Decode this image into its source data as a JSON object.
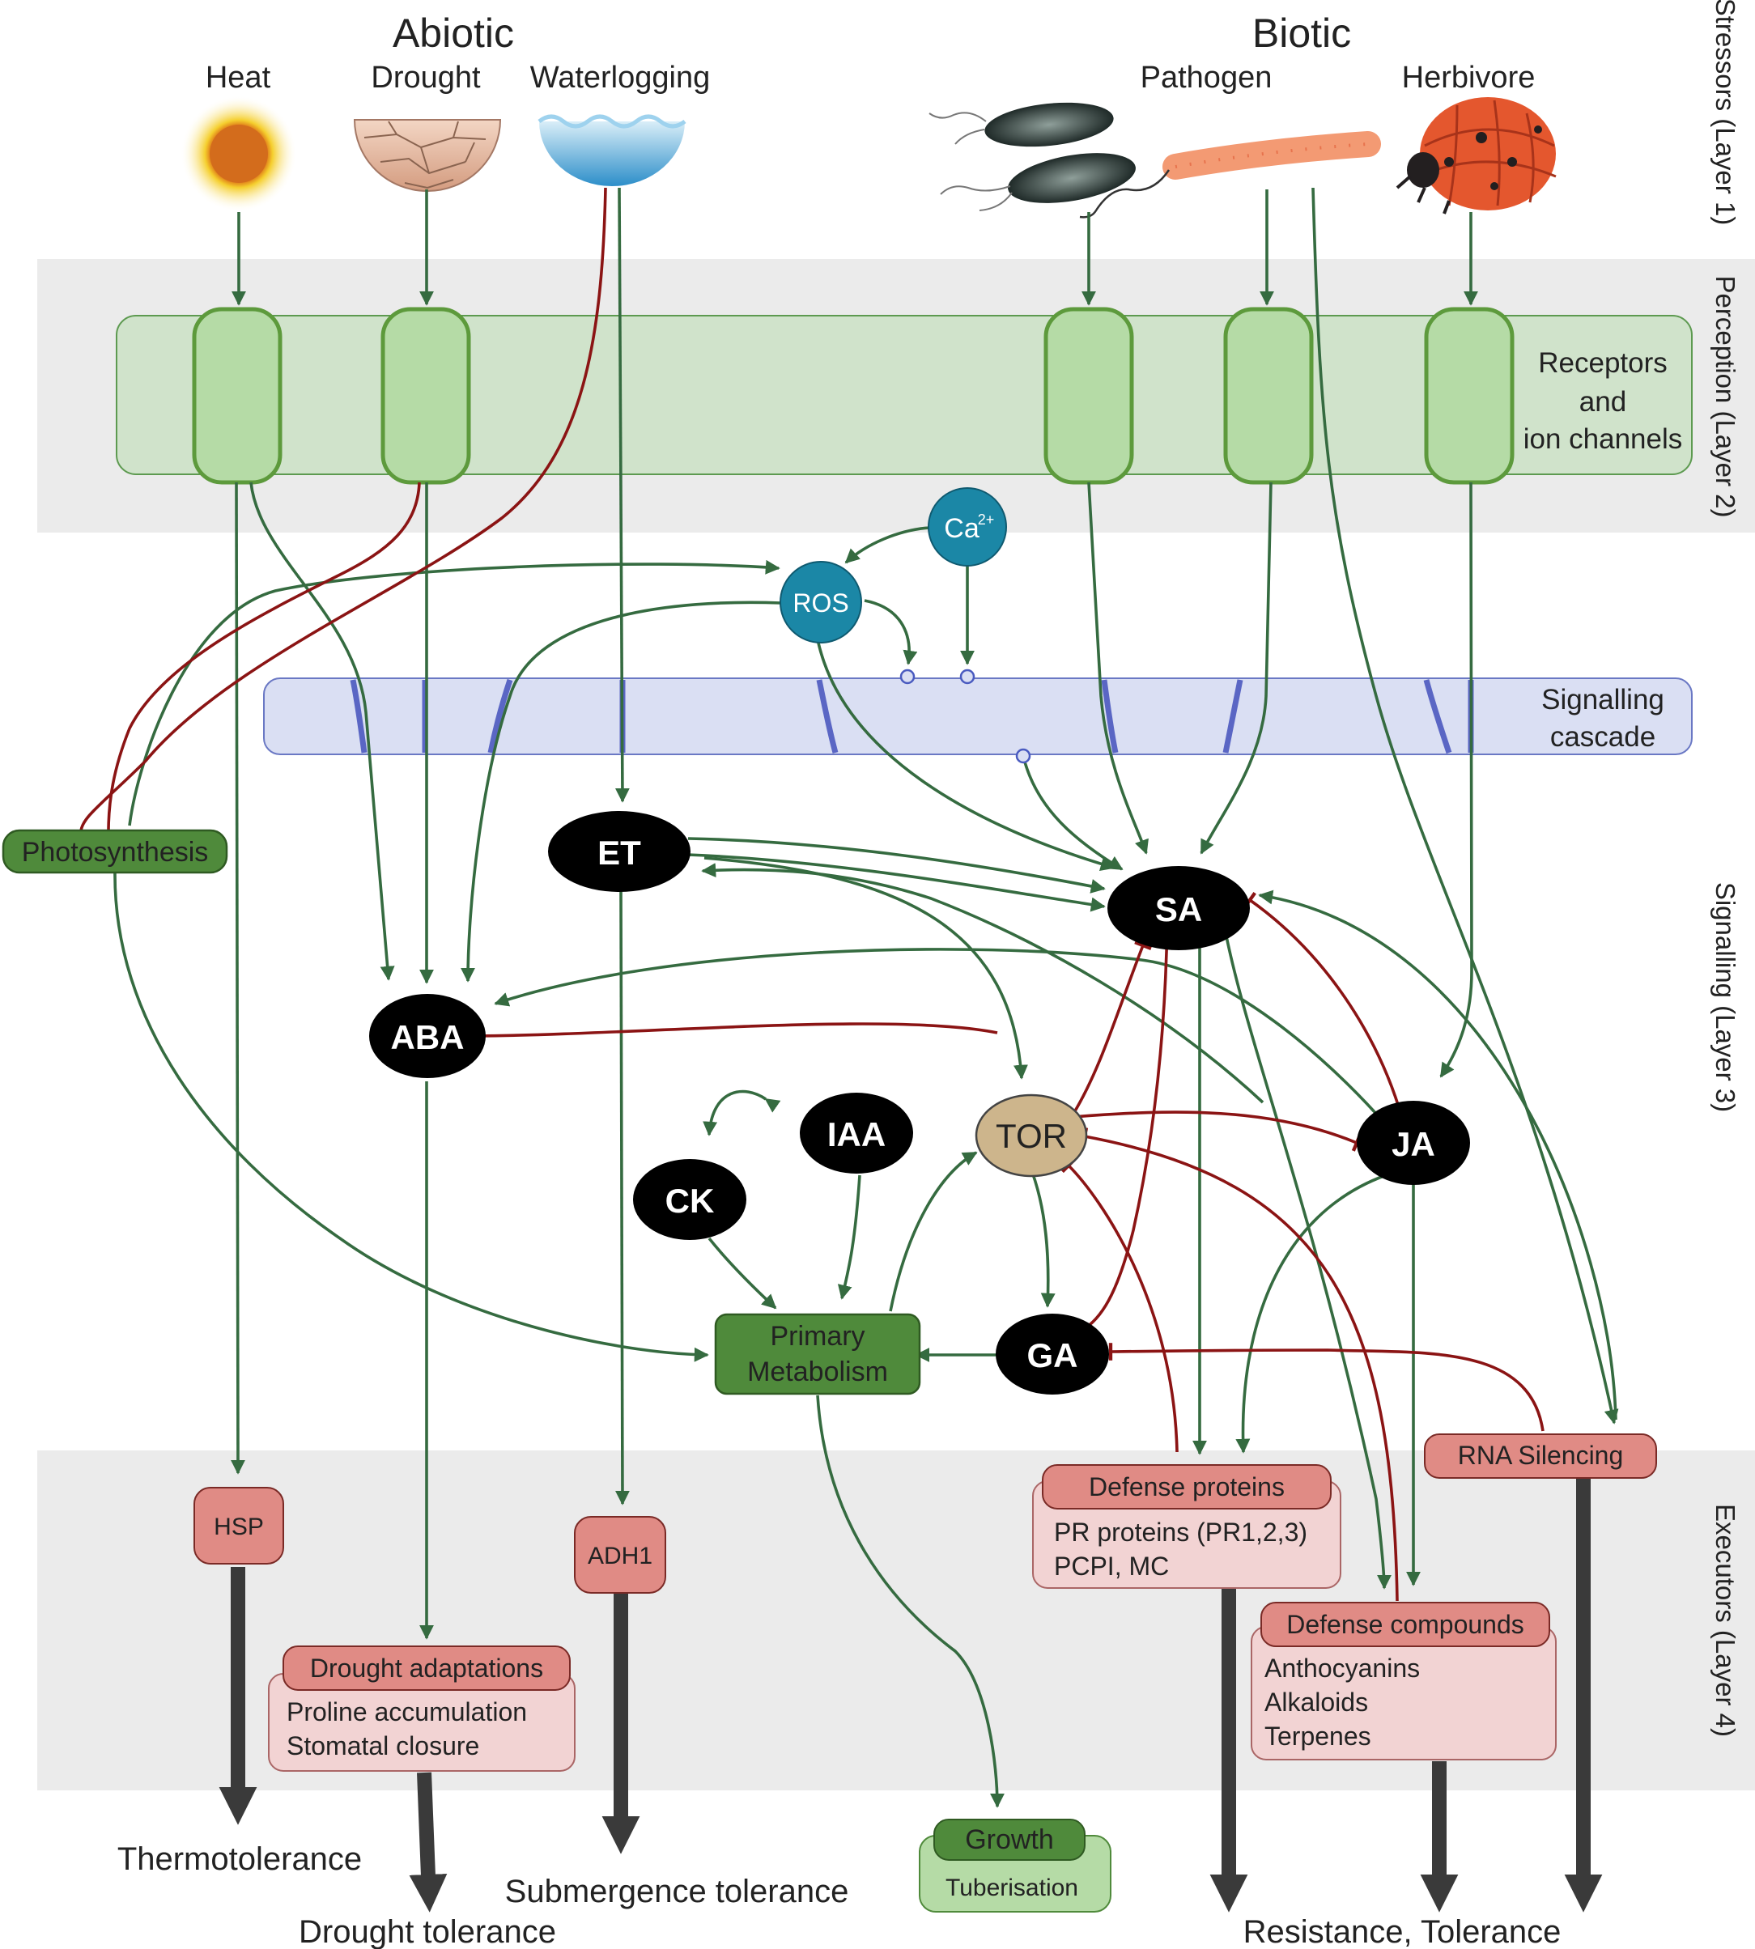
{
  "stressors": {
    "abiotic_title": "Abiotic",
    "biotic_title": "Biotic",
    "heat": "Heat",
    "drought": "Drought",
    "waterlogging": "Waterlogging",
    "pathogen": "Pathogen",
    "herbivore": "Herbivore"
  },
  "layers": {
    "layer1": "Stressors (Layer 1)",
    "layer2": "Perception (Layer 2)",
    "layer3": "Signalling (Layer 3)",
    "layer4": "Executors (Layer 4)"
  },
  "perception": {
    "receptors_line1": "Receptors",
    "receptors_line2": "and",
    "receptors_line3": "ion channels"
  },
  "signalling": {
    "cascade_line1": "Signalling",
    "cascade_line2": "cascade",
    "ca": "Ca",
    "ca_sup": "2+",
    "ros": "ROS",
    "photosynthesis": "Photosynthesis",
    "et": "ET",
    "sa": "SA",
    "aba": "ABA",
    "tor": "TOR",
    "ja": "JA",
    "iaa": "IAA",
    "ck": "CK",
    "ga": "GA",
    "primary_line1": "Primary",
    "primary_line2": "Metabolism"
  },
  "executors": {
    "hsp": "HSP",
    "adh1": "ADH1",
    "rna_silencing": "RNA Silencing",
    "defense_proteins": "Defense proteins",
    "defense_proteins_items": [
      "PR proteins (PR1,2,3)",
      "PCPI, MC"
    ],
    "drought_adaptations": "Drought adaptations",
    "drought_items": [
      "Proline accumulation",
      "Stomatal closure"
    ],
    "defense_compounds": "Defense compounds",
    "compound_items": [
      "Anthocyanins",
      "Alkaloids",
      "Terpenes"
    ],
    "growth": "Growth",
    "tuberisation": "Tuberisation"
  },
  "outcomes": {
    "thermotolerance": "Thermotolerance",
    "drought_tolerance": "Drought tolerance",
    "submergence": "Submergence tolerance",
    "resistance": "Resistance, Tolerance"
  },
  "colors": {
    "activation": "#356b40",
    "inhibition": "#8b1414",
    "receptor_fill": "#b5dba6",
    "cascade_fill": "#dadff3",
    "layer_band": "#ebebeb",
    "node_black": "#000000",
    "tor_fill": "#cdb58c",
    "signal_blue": "#1b87a6",
    "executor_red": "#e08b85",
    "executor_pale": "#f2d3d3",
    "green_box": "#4f8a3b"
  }
}
